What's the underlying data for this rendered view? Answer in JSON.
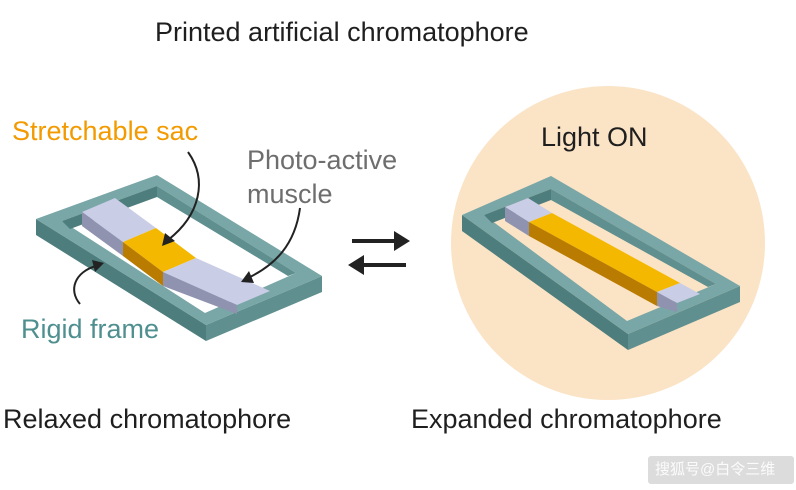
{
  "title": "Printed artificial chromatophore",
  "labels": {
    "sac": "Stretchable sac",
    "muscle_line1": "Photo-active",
    "muscle_line2": "muscle",
    "frame": "Rigid frame",
    "light": "Light ON"
  },
  "captions": {
    "relaxed": "Relaxed chromatophore",
    "expanded": "Expanded chromatophore"
  },
  "watermark": "搜狐号@白令三维",
  "colors": {
    "frame_top": "#6f9e9e",
    "frame_side": "#4e7d7d",
    "muscle_top": "#c9cde6",
    "muscle_side": "#8f93b0",
    "sac_top": "#f5b800",
    "sac_side": "#b97c00",
    "glow": "#fbe3c6",
    "arrow": "#222222"
  },
  "icons": [
    "curved-arrow-icon",
    "equilibrium-arrows-icon"
  ]
}
